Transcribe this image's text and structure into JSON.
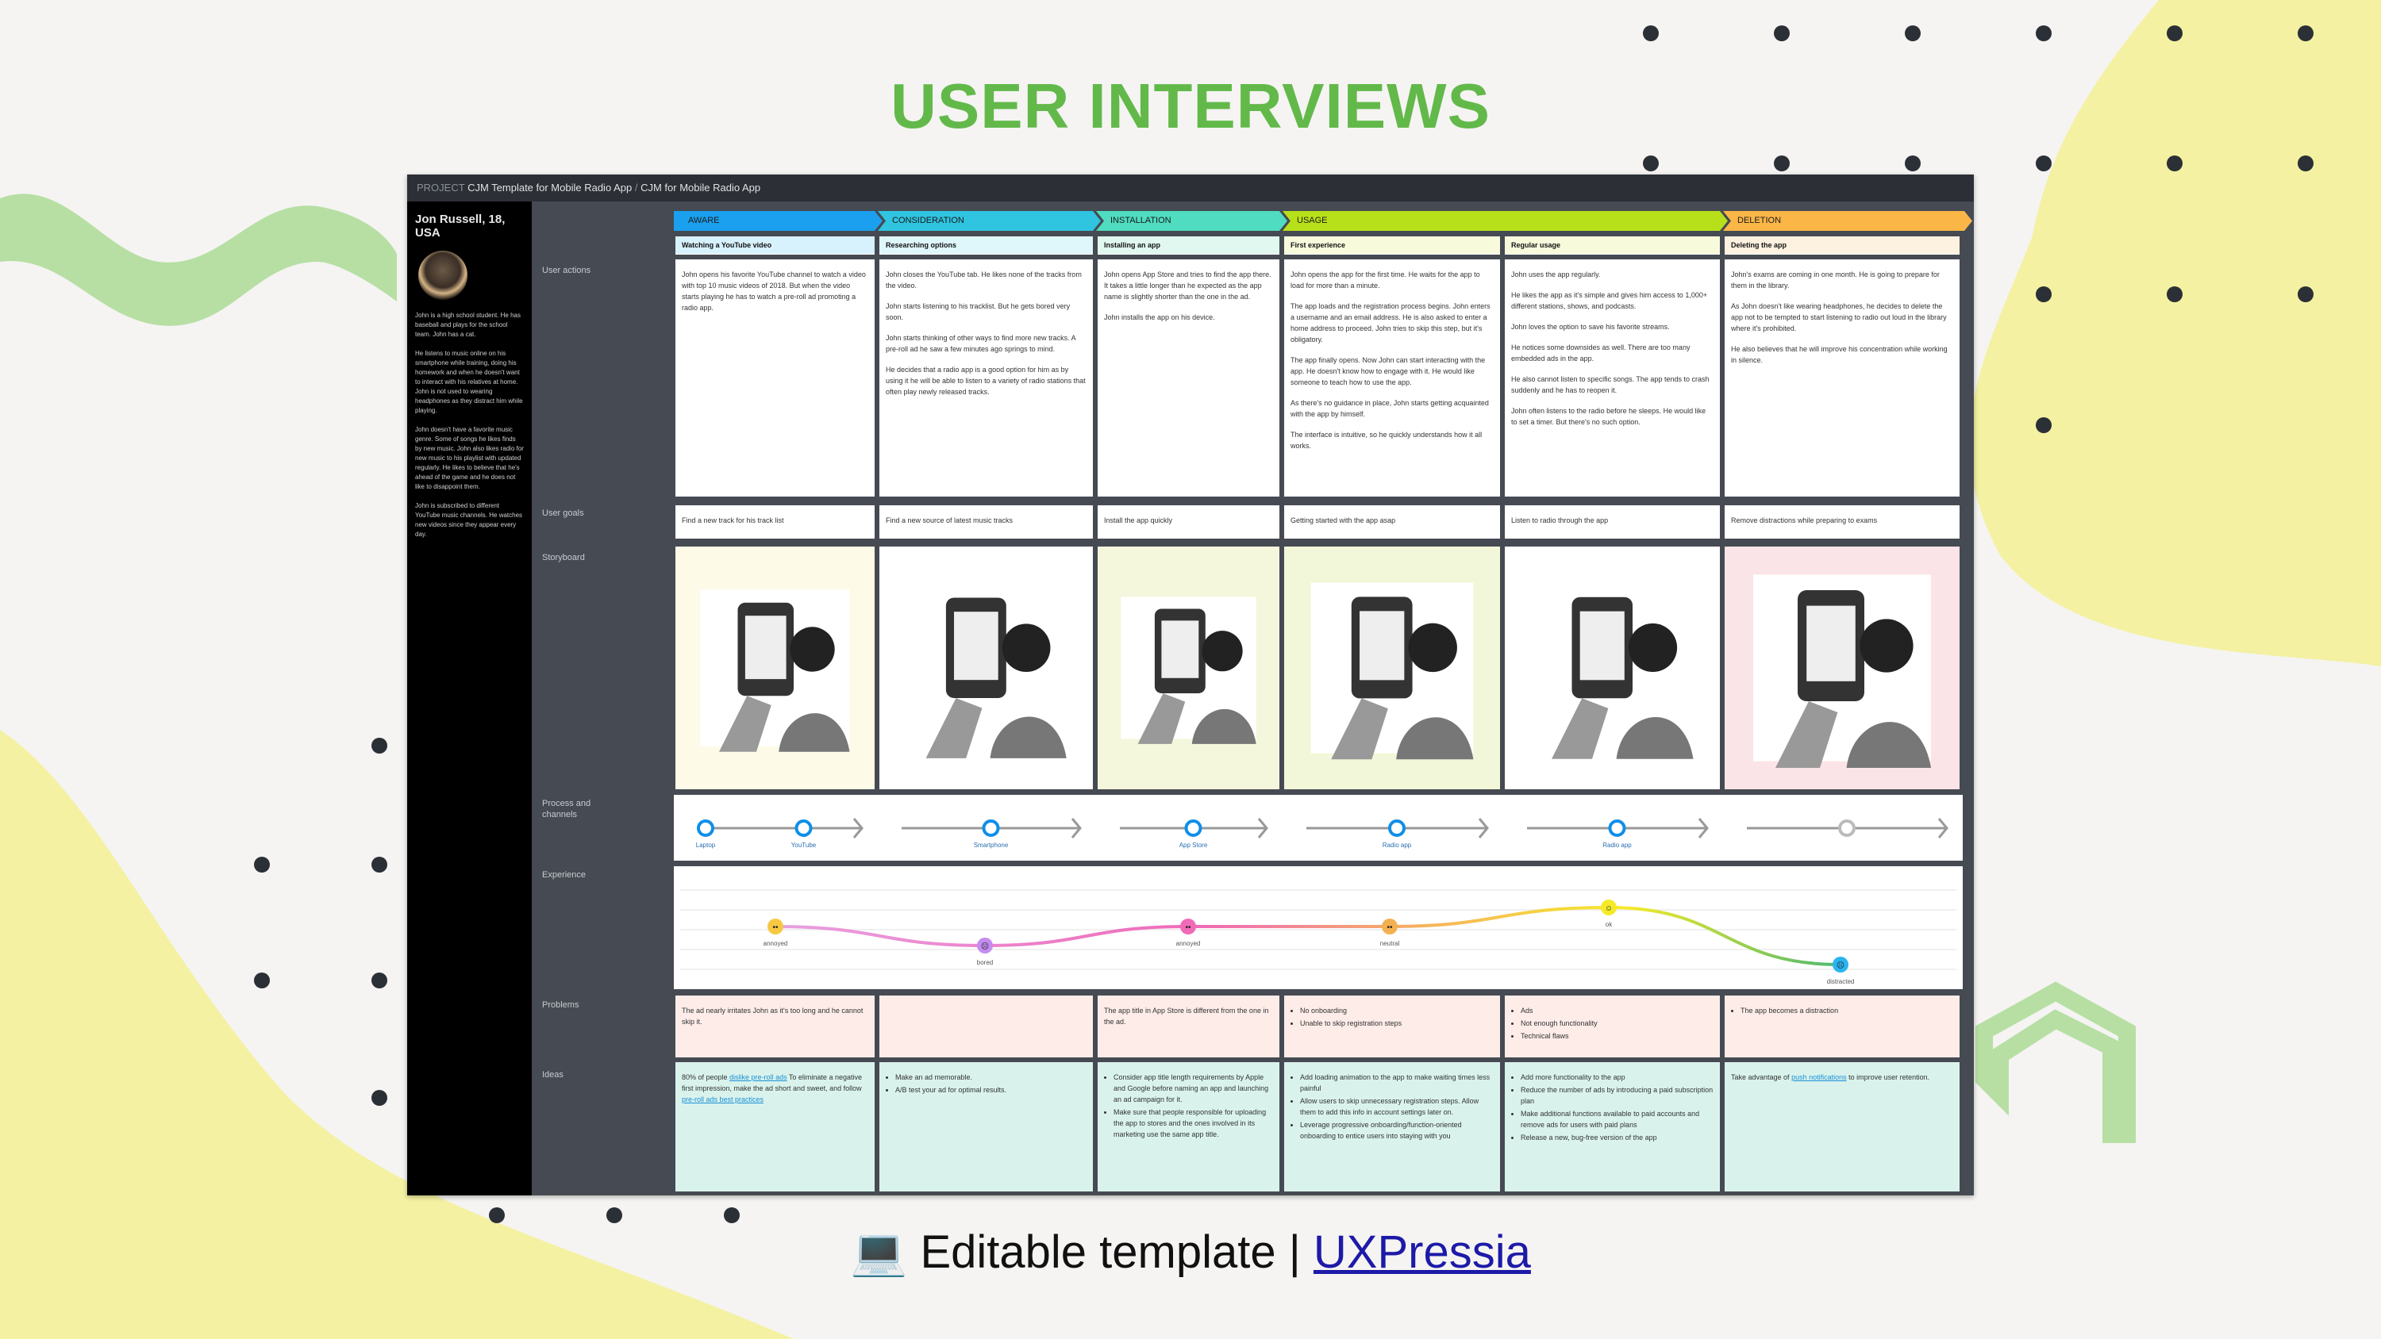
{
  "page": {
    "title": "USER INTERVIEWS",
    "footer_icon": "laptop-icon",
    "footer_text": "Editable template |",
    "footer_link": "UXPressia"
  },
  "colors": {
    "title": "#62b94a",
    "aware": "#1aa0ef",
    "consideration": "#2fc4e0",
    "installation": "#4fdcc0",
    "usage": "#b8e01a",
    "deletion": "#fbb648"
  },
  "board": {
    "breadcrumb_project": "PROJECT",
    "breadcrumb_name": "CJM Template for Mobile Radio App",
    "breadcrumb_sep": "/",
    "breadcrumb_map": "CJM for Mobile Radio App",
    "persona": {
      "name": "Jon Russell, 18, USA",
      "bio": [
        "John is a high school student. He has baseball and plays for the school team. John has a cat.",
        "He listens to music online on his smartphone while training, doing his homework and when he doesn't want to interact with his relatives at home. John is not used to wearing headphones as they distract him while playing.",
        "John doesn't have a favorite music genre. Some of songs he likes finds by new music. John also likes radio for new music to his playlist with updated regularly. He likes to believe that he's ahead of the game and he does not like to disappoint them.",
        "John is subscribed to different YouTube music channels. He watches new videos since they appear every day."
      ]
    },
    "row_labels": {
      "actions": "User actions",
      "goals": "User goals",
      "storyboard": "Storyboard",
      "process": "Process and channels",
      "experience": "Experience",
      "problems": "Problems",
      "ideas": "Ideas"
    },
    "phases": [
      {
        "label": "AWARE",
        "span": 1
      },
      {
        "label": "CONSIDERATION",
        "span": 1
      },
      {
        "label": "INSTALLATION",
        "span": 1
      },
      {
        "label": "USAGE",
        "span": 2
      },
      {
        "label": "DELETION",
        "span": 1
      }
    ],
    "columns": [
      {
        "stage": "Watching a YouTube video",
        "actions": [
          "John opens his favorite YouTube channel to watch a video with top 10 music videos of 2018. But when the video starts playing he has to watch a pre-roll ad promoting a radio app."
        ],
        "goal": "Find a new track for his track list",
        "channel": "Laptop",
        "channel2": "YouTube",
        "emotion": "annoyed",
        "score": 3,
        "problems": "The ad nearly irritates John as it's too long and he cannot skip it.",
        "ideas_text": "80% of people",
        "ideas_link": "dislike pre-roll ads",
        "ideas_text2": "To eliminate a negative first impression, make the ad short and sweet, and follow",
        "ideas_link2": "pre-roll ads best practices"
      },
      {
        "stage": "Researching options",
        "actions": [
          "John closes the YouTube tab. He likes none of the tracks from the video.",
          "John starts listening to his tracklist. But he gets bored very soon.",
          "John starts thinking of other ways to find more new tracks. A pre-roll ad he saw a few minutes ago springs to mind.",
          "He decides that a radio app is a good option for him as by using it he will be able to listen to a variety of radio stations that often play newly released tracks."
        ],
        "goal": "Find a new source of latest music tracks",
        "channel": "Smartphone",
        "emotion": "bored",
        "score": 2,
        "problems": "",
        "ideas": [
          "Make an ad memorable.",
          "A/B test your ad for optimal results."
        ]
      },
      {
        "stage": "Installing an app",
        "actions": [
          "John opens App Store and tries to find the app there. It takes a little longer than he expected as the app name is slightly shorter than the one in the ad.",
          "John installs the app on his device."
        ],
        "goal": "Install the app quickly",
        "channel": "App Store",
        "emotion": "annoyed",
        "score": 3,
        "problems": "The app title in App Store is different from the one in the ad.",
        "ideas": [
          "Consider app title length requirements by Apple and Google before naming an app and launching an ad campaign for it.",
          "Make sure that people responsible for uploading the app to stores and the ones involved in its marketing use the same app title."
        ]
      },
      {
        "stage": "First experience",
        "actions": [
          "John opens the app for the first time. He waits for the app to load for more than a minute.",
          "The app loads and the registration process begins. John enters a username and an email address. He is also asked to enter a home address to proceed. John tries to skip this step, but it's obligatory.",
          "The app finally opens. Now John can start interacting with the app. He doesn't know how to engage with it. He would like someone to teach how to use the app.",
          "As there's no guidance in place, John starts getting acquainted with the app by himself.",
          "The interface is intuitive, so he quickly understands how it all works."
        ],
        "goal": "Getting started with the app asap",
        "channel": "Radio app",
        "emotion": "neutral",
        "score": 3,
        "problems_list": [
          "No onboarding",
          "Unable to skip registration steps"
        ],
        "ideas": [
          "Add loading animation to the app to make waiting times less painful",
          "Allow users to skip unnecessary registration steps. Allow them to add this info in account settings later on.",
          "Leverage progressive onboarding/function-oriented onboarding to entice users into staying with you"
        ]
      },
      {
        "stage": "Regular usage",
        "actions": [
          "John uses the app regularly.",
          "He likes the app as it's simple and gives him access to 1,000+ different stations, shows, and podcasts.",
          "John loves the option to save his favorite streams.",
          "He notices some downsides as well. There are too many embedded ads in the app.",
          "He also cannot listen to specific songs. The app tends to crash suddenly and he has to reopen it.",
          "John often listens to the radio before he sleeps. He would like to set a timer. But there's no such option."
        ],
        "goal": "Listen to radio through the app",
        "channel": "Radio app",
        "emotion": "ok",
        "score": 4,
        "problems_list": [
          "Ads",
          "Not enough functionality",
          "Technical flaws"
        ],
        "ideas": [
          "Add more functionality to the app",
          "Reduce the number of ads by introducing a paid subscription plan",
          "Make additional functions available to paid accounts and remove ads for users with paid plans",
          "Release a new, bug-free version of the app"
        ]
      },
      {
        "stage": "Deleting the app",
        "actions": [
          "John's exams are coming in one month. He is going to prepare for them in the library.",
          "As John doesn't like wearing headphones, he decides to delete the app not to be tempted to start listening to radio out loud in the library where it's prohibited.",
          "He also believes that he will improve his concentration while working in silence."
        ],
        "goal": "Remove distractions while preparing to exams",
        "channel": "",
        "emotion": "distracted",
        "score": 1,
        "problems_list": [
          "The app becomes a distraction"
        ],
        "ideas_text": "Take advantage of",
        "ideas_link": "push notifications",
        "ideas_text2": "to improve user retention."
      }
    ]
  }
}
